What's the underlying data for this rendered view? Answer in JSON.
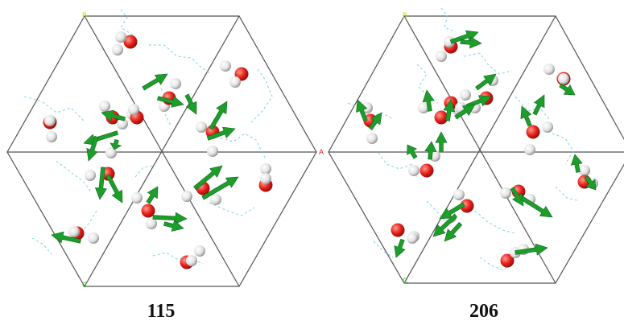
{
  "panels": [
    {
      "label": "115",
      "axis_labels": {
        "b": "B",
        "a": "A",
        "c": "C"
      }
    },
    {
      "label": "206",
      "axis_labels": {
        "b": "B",
        "c": "C"
      }
    }
  ],
  "colors": {
    "cell_lines": "#555555",
    "hbond_lines": "#7fd3e0",
    "oxygen": "#e8211b",
    "hydrogen": "#e6e6e6",
    "dipole_arrow": "#1d9e2b",
    "axis_b": "#d6d600",
    "axis_a": "#e8211b",
    "axis_c": "#2fb82f"
  },
  "icons": {
    "molecule": "water-molecule-icon",
    "arrow": "dipole-arrow-icon"
  }
}
